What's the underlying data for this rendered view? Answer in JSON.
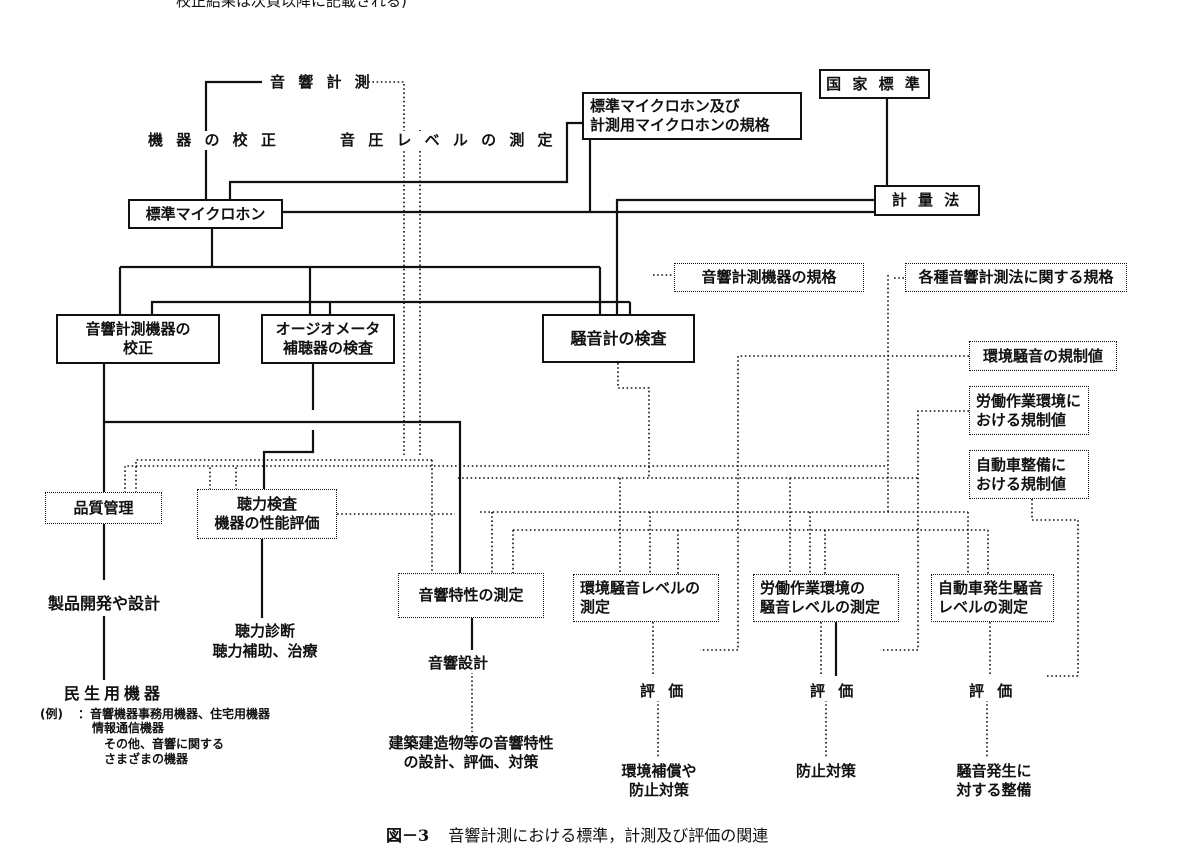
{
  "top_note": "校正結果は次頁以降に記載される)",
  "diagram": {
    "acoustic_measurement": "音 響 計 測",
    "calibration": "機 器 の 校 正",
    "spl_measurement": "音 圧 レ ベ ル の 測 定",
    "national_standard": "国 家 標 準",
    "std_mic_spec_line1": "標準マイクロホン及び",
    "std_mic_spec_line2": "計測用マイクロホンの規格",
    "standard_mic": "標準マイクロホン",
    "measurement_law": "計 量 法",
    "instrument_spec": "音響計測機器の規格",
    "method_spec": "各種音響計測法に関する規格",
    "instr_calib_line1": "音響計測機器の",
    "instr_calib_line2": "校正",
    "audiometer_line1": "オージオメータ",
    "audiometer_line2": "補聴器の検査",
    "slm_inspection": "騒音計の検査",
    "env_noise_reg": "環境騒音の規制値",
    "labor_reg_line1": "労働作業環境に",
    "labor_reg_line2": "おける規制値",
    "car_reg_line1": "自動車整備に",
    "car_reg_line2": "おける規制値",
    "quality_control": "品質管理",
    "hearing_test_line1": "聴力検査",
    "hearing_test_line2": "機器の性能評価",
    "acoustic_char": "音響特性の測定",
    "env_noise_meas_line1": "環境騒音レベルの",
    "env_noise_meas_line2": "測定",
    "labor_noise_meas_line1": "労働作業環境の",
    "labor_noise_meas_line2": "騒音レベルの測定",
    "car_noise_meas_line1": "自動車発生騒音",
    "car_noise_meas_line2": "レベルの測定",
    "product_dev": "製品開発や設計",
    "hearing_diag_line1": "聴力診断",
    "hearing_diag_line2": "聴力補助、治療",
    "acoustic_design": "音響設計",
    "eval_1": "評 価",
    "eval_2": "評 価",
    "eval_3": "評 価",
    "consumer": "民生用機器",
    "example_label": "(例)",
    "example_line1": "：音響機器事務用機器、住宅用機器",
    "example_line2": "情報通信機器",
    "example_line3": "その他、音響に関する",
    "example_line4": "さまざまの機器",
    "building_line1": "建築建造物等の音響特性",
    "building_line2": "の設計、評価、対策",
    "env_comp_line1": "環境補償や",
    "env_comp_line2": "防止対策",
    "prevention": "防止対策",
    "car_maint_line1": "騒音発生に",
    "car_maint_line2": "対する整備"
  },
  "caption": {
    "figure_no": "図－3",
    "title": "音響計測における標準，計測及び評価の関連"
  },
  "colors": {
    "ink": "#111111",
    "background": "#ffffff"
  }
}
